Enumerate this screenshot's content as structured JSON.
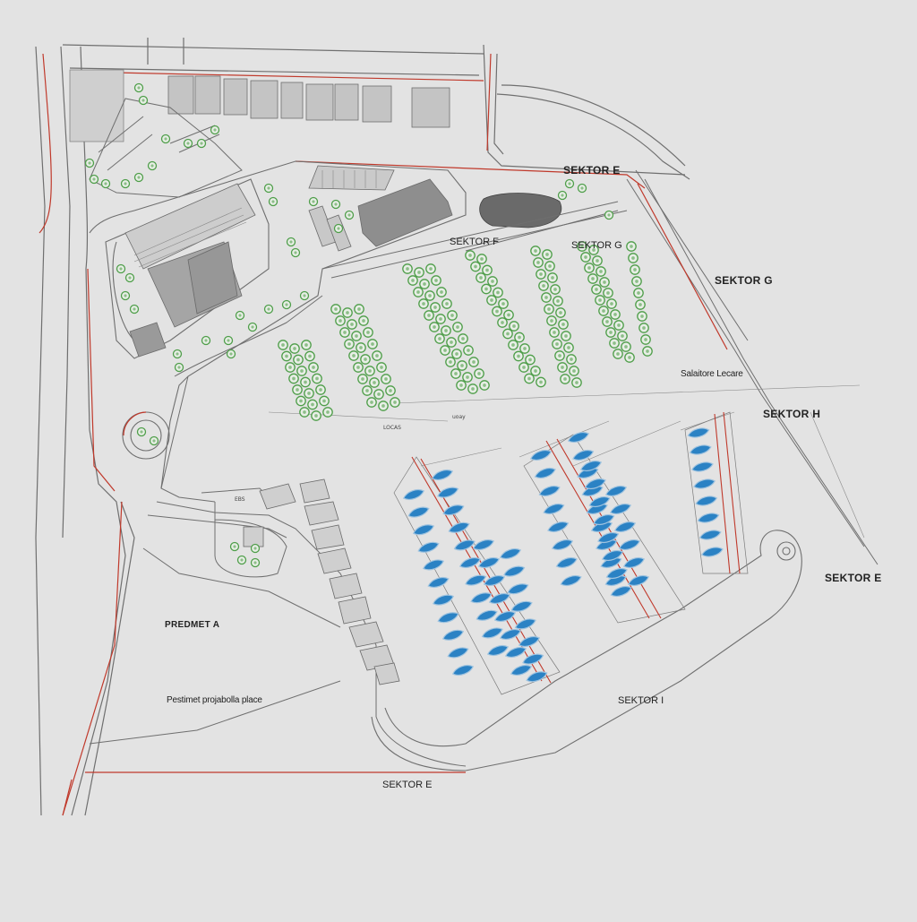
{
  "labels": {
    "sektor_e_top": "SEKTOR E",
    "sektor_f": "SEKTOR F",
    "sektor_g_mid": "SEKTOR G",
    "sektor_g_right": "SEKTOR G",
    "salaitore": "Salaitore Lecare",
    "sektor_h": "SEKTOR H",
    "sektor_e_right": "SEKTOR E",
    "sektor_i": "SEKTOR I",
    "sektor_e_bottom": "SEKTOR E",
    "predmet": "PREDMET A",
    "pestimet": "Pestimet projabolla place"
  },
  "small_marks": {
    "a": "LOCAS",
    "b": "EBS",
    "c": "uoay"
  },
  "colors": {
    "paper": "#e3e3e3",
    "boundary": "#c0392b",
    "line": "#6f6f6f",
    "tree": "#4f9e4a",
    "water": "#2b82c4",
    "pond": "#6a6a6a",
    "building": "#a8a8a8"
  }
}
